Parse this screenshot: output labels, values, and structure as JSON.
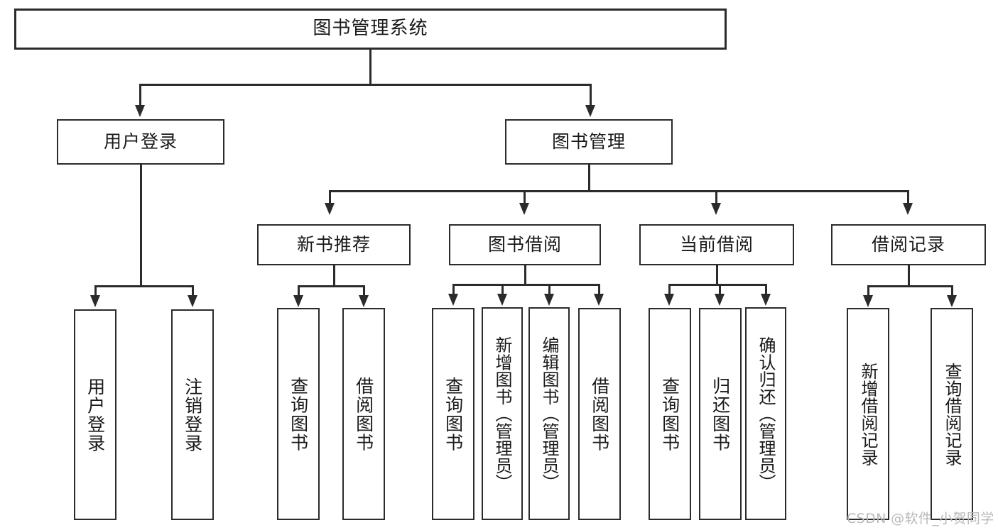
{
  "diagram": {
    "title": "图书管理系统",
    "type": "hierarchy-tree",
    "levels": 4
  },
  "nodes": {
    "root": {
      "label": "图书管理系统"
    },
    "level2": [
      {
        "label": "用户登录"
      },
      {
        "label": "图书管理"
      }
    ],
    "level3": [
      {
        "label": "新书推荐"
      },
      {
        "label": "图书借阅"
      },
      {
        "label": "当前借阅"
      },
      {
        "label": "借阅记录"
      }
    ],
    "leaves": {
      "user_login": [
        {
          "label": "用户登录"
        },
        {
          "label": "注销登录"
        }
      ],
      "new_book_recommend": [
        {
          "label": "查询图书"
        },
        {
          "label": "借阅图书"
        }
      ],
      "book_borrow": [
        {
          "label": "查询图书"
        },
        {
          "label": "新增图书（管理员）"
        },
        {
          "label": "编辑图书（管理员）"
        },
        {
          "label": "借阅图书"
        }
      ],
      "current_borrow": [
        {
          "label": "查询图书"
        },
        {
          "label": "归还图书"
        },
        {
          "label": "确认归还（管理员）"
        }
      ],
      "borrow_record": [
        {
          "label": "新增借阅记录"
        },
        {
          "label": "查询借阅记录"
        }
      ]
    }
  },
  "watermark": {
    "text": "CSDN @软件_小贺同学"
  },
  "colors": {
    "stroke": "#2b2b2b",
    "background": "#ffffff",
    "text": "#1a1a1a",
    "watermark": "#b9b9b9"
  }
}
